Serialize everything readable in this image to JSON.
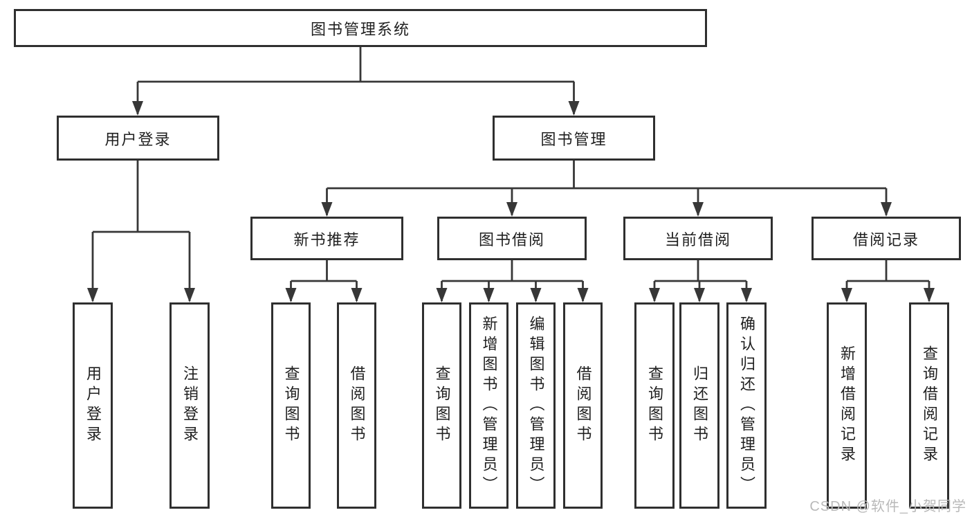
{
  "diagram": {
    "root": {
      "label": "图书管理系统"
    },
    "branches": [
      {
        "label": "用户登录",
        "leaves": [
          {
            "label": "用户登录"
          },
          {
            "label": "注销登录"
          }
        ]
      },
      {
        "label": "图书管理",
        "groups": [
          {
            "label": "新书推荐",
            "leaves": [
              {
                "label": "查询图书"
              },
              {
                "label": "借阅图书"
              }
            ]
          },
          {
            "label": "图书借阅",
            "leaves": [
              {
                "label": "查询图书"
              },
              {
                "label": "新增图书（管理员）"
              },
              {
                "label": "编辑图书（管理员）"
              },
              {
                "label": "借阅图书"
              }
            ]
          },
          {
            "label": "当前借阅",
            "leaves": [
              {
                "label": "查询图书"
              },
              {
                "label": "归还图书"
              },
              {
                "label": "确认归还（管理员）"
              }
            ]
          },
          {
            "label": "借阅记录",
            "leaves": [
              {
                "label": "新增借阅记录"
              },
              {
                "label": "查询借阅记录"
              }
            ]
          }
        ]
      }
    ]
  },
  "watermark": {
    "text": "CSDN @软件_小贺同学"
  },
  "colors": {
    "line": "#373737",
    "box_border": "#2f2f2f",
    "text": "#1f1f1f",
    "background": "#ffffff",
    "watermark": "#b9b9b9"
  }
}
